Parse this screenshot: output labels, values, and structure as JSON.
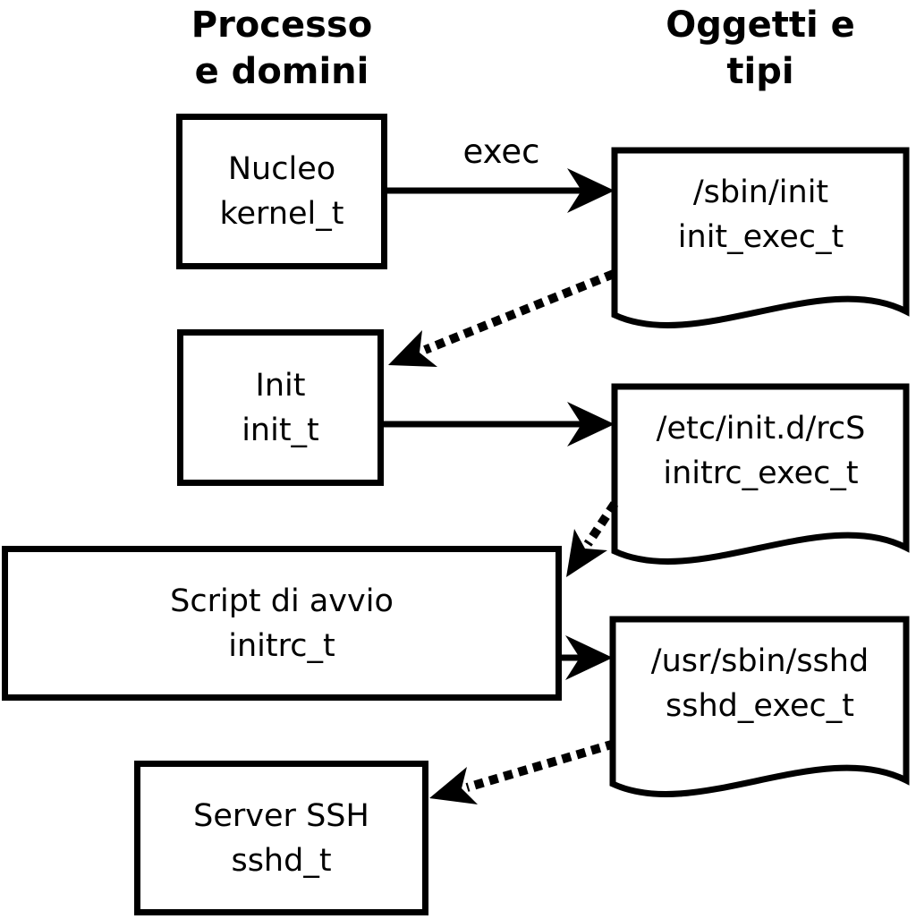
{
  "headers": {
    "left": {
      "line1": "Processo",
      "line2": "e domini"
    },
    "right": {
      "line1": "Oggetti e",
      "line2": "tipi"
    }
  },
  "processes": [
    {
      "name": "Nucleo",
      "type": "kernel_t"
    },
    {
      "name": "Init",
      "type": "init_t"
    },
    {
      "name": "Script di avvio",
      "type": "initrc_t"
    },
    {
      "name": "Server SSH",
      "type": "sshd_t"
    }
  ],
  "objects": [
    {
      "path": "/sbin/init",
      "type": "init_exec_t"
    },
    {
      "path": "/etc/init.d/rcS",
      "type": "initrc_exec_t"
    },
    {
      "path": "/usr/sbin/sshd",
      "type": "sshd_exec_t"
    }
  ],
  "labels": {
    "exec": "exec"
  },
  "colors": {
    "stroke": "#000000",
    "background": "#ffffff"
  }
}
